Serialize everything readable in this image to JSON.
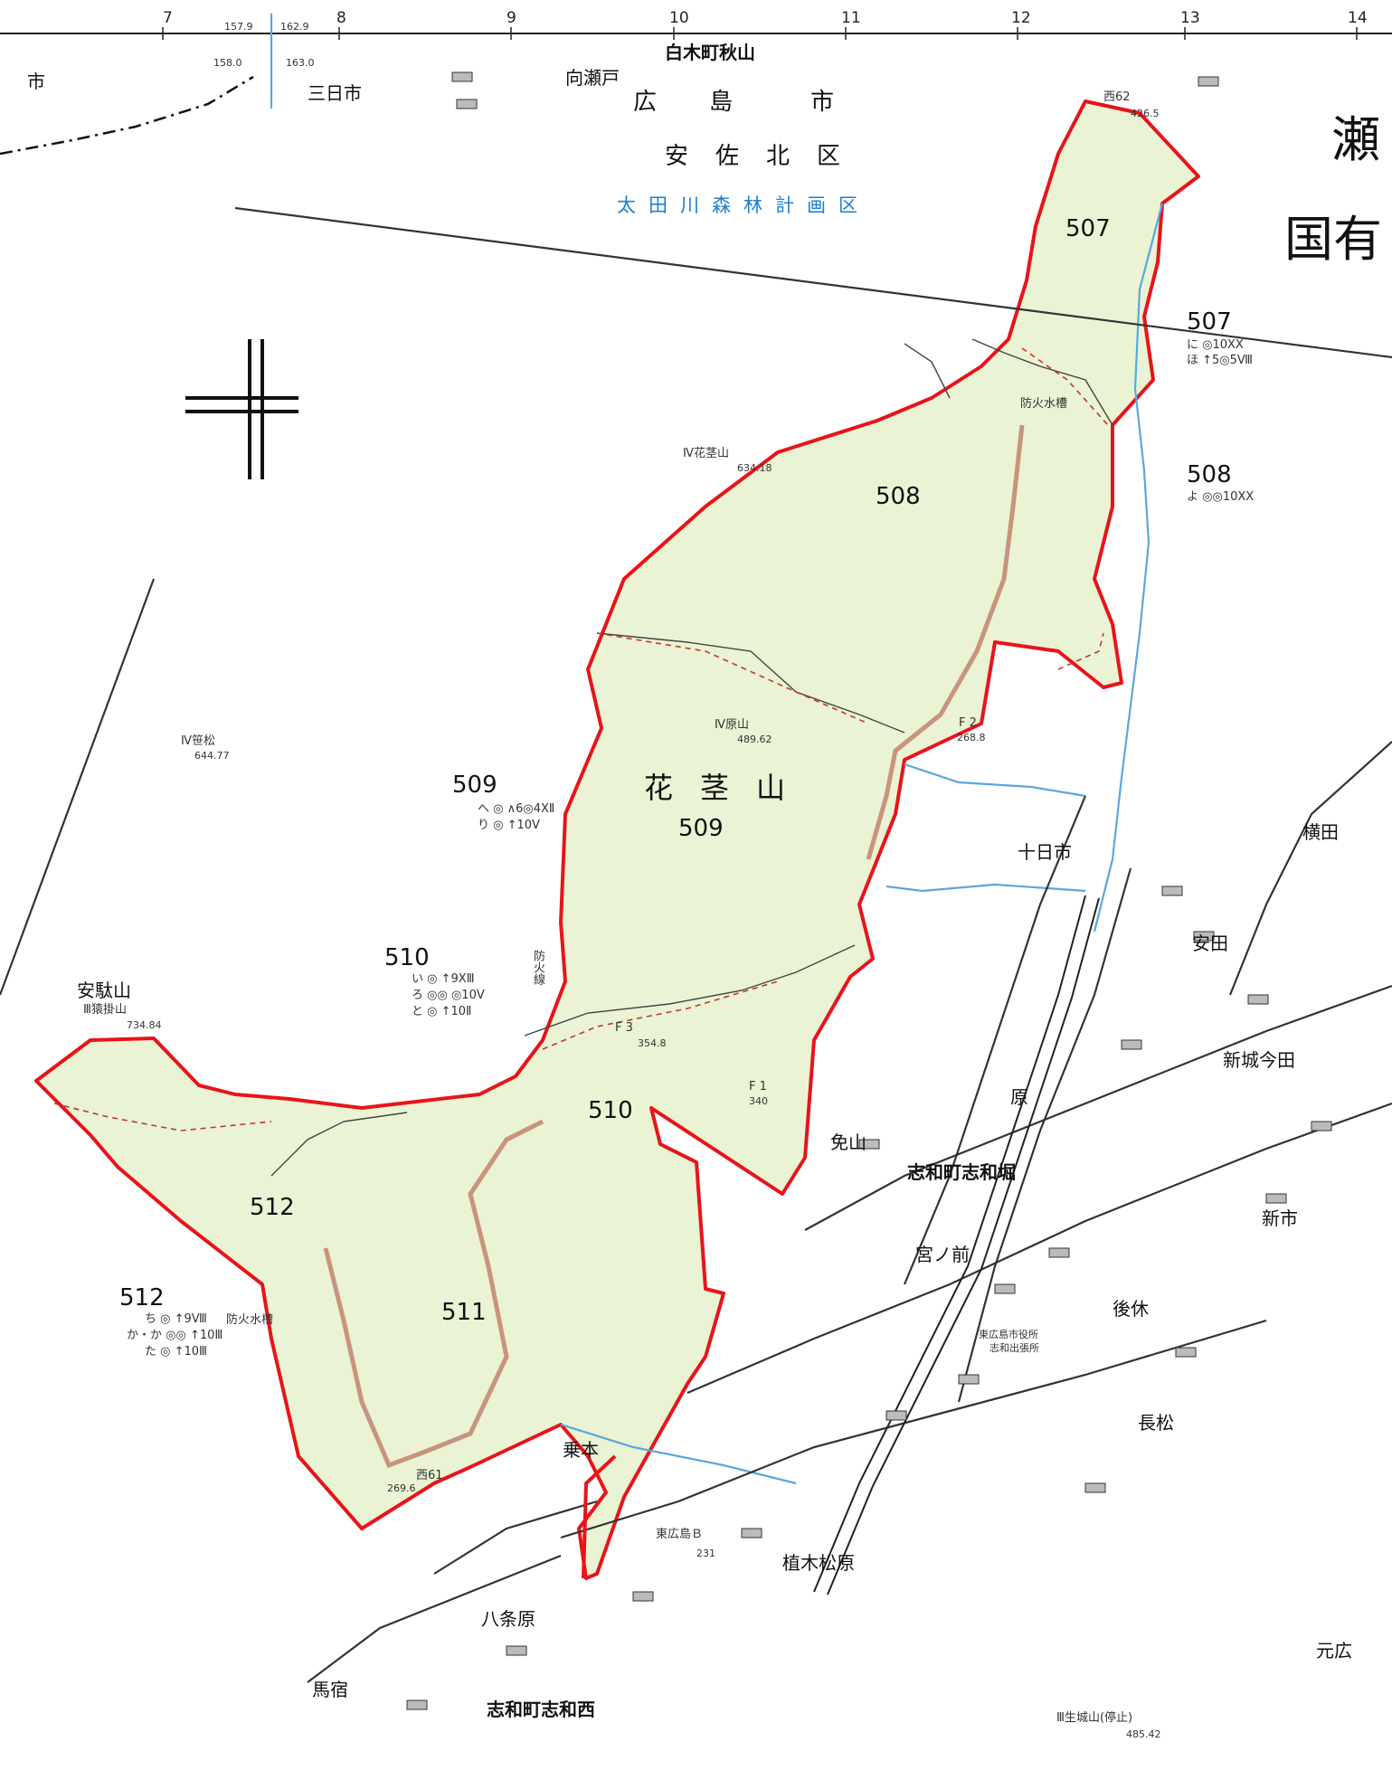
{
  "grid_numbers": [
    "7",
    "8",
    "9",
    "10",
    "11",
    "12",
    "13",
    "14"
  ],
  "compartments": {
    "c507": "507",
    "c507_out": "507",
    "c508": "508",
    "c508_out": "508",
    "c509": "509",
    "c509_out": "509",
    "c510": "510",
    "c510_out": "510",
    "c511": "511",
    "c512": "512",
    "c512_out": "512"
  },
  "area_labels": {
    "hiroshima": "広　　島　　　市",
    "asakita": "安　佐　北　区",
    "planning_area": "太田川森林計画区",
    "seto": "瀬",
    "kokuyu": "国有",
    "hanakuki_mtn": "花茎山",
    "shiwa_akiyama": "白木町秋山",
    "mukousedo": "向瀬戸",
    "mikkaichi": "三日市",
    "shi_left": "市",
    "tokaichi": "十日市",
    "yokota": "横田",
    "yasuda": "安田",
    "hara": "原",
    "menzan": "免山",
    "shiwa_shiwabori": "志和町志和堀",
    "shinichi": "新市",
    "miyanomae": "宮ノ前",
    "gokyu": "後休",
    "nagamatsu": "長松",
    "norimoto": "乗本",
    "higashihiroshima_b": "東広島Ｂ",
    "ueki_matsubara": "植木松原",
    "hachijohara": "八条原",
    "mashuku": "馬宿",
    "shiwa_shiwanishi": "志和町志和西",
    "shinjo_imada": "新城今田",
    "moto_hiro": "元広",
    "adayama": "安駄山",
    "sarukakeyama": "Ⅲ猿掛山",
    "nishi62": "西62",
    "nishi61": "西61",
    "hanakukiyama_pt": "Ⅳ花茎山",
    "haraya_pt": "Ⅳ原山",
    "sasamatsu": "Ⅳ笹松",
    "f2": "F 2",
    "f3": "F 3",
    "f1": "F 1",
    "ikishiroyama": "Ⅲ生城山(停止)",
    "city_office": "東広島市役所",
    "shiwa_branch": "志和出張所",
    "bofu_sen": "防火線",
    "bofu_suiso": "防火水槽",
    "bofu_suisou_top": "防火水槽"
  },
  "stand_codes": {
    "s507_ni": "に ◎10XX",
    "s507_ho": "ほ ↑5◎5Ⅷ",
    "s508_yo": "よ ◎◎10XX",
    "s509_he": "へ ◎ ∧6◎4XⅡ",
    "s509_ri": "り ◎ ↑10Ⅴ",
    "s510_i": "い ◎ ↑9XⅢ",
    "s510_ro": "ろ ◎◎ ◎10Ⅴ",
    "s510_to": "と ◎ ↑10Ⅱ",
    "s512_chi": "ち ◎ ↑9Ⅷ",
    "s512_ka": "か・か ◎◎ ↑10Ⅲ",
    "s512_ta": "た ◎ ↑10Ⅲ"
  },
  "elevations": {
    "e_nishi62": "426.5",
    "e_hanakuki": "634.18",
    "e_haraya": "489.62",
    "e_f2": "268.8",
    "e_sasamatsu": "644.77",
    "e_saru": "734.84",
    "e_f3": "354.8",
    "e_f1": "340",
    "e_nishi61": "269.6",
    "e_ikishiro": "485.42",
    "e_b": "231",
    "grid_a": "157.9",
    "grid_b": "162.9",
    "grid_c": "158.0",
    "grid_d": "163.0"
  },
  "colors": {
    "forest_fill": "#eaf3d3",
    "boundary": "#e8141a",
    "river": "#1a7fd4",
    "road": "#333333"
  }
}
